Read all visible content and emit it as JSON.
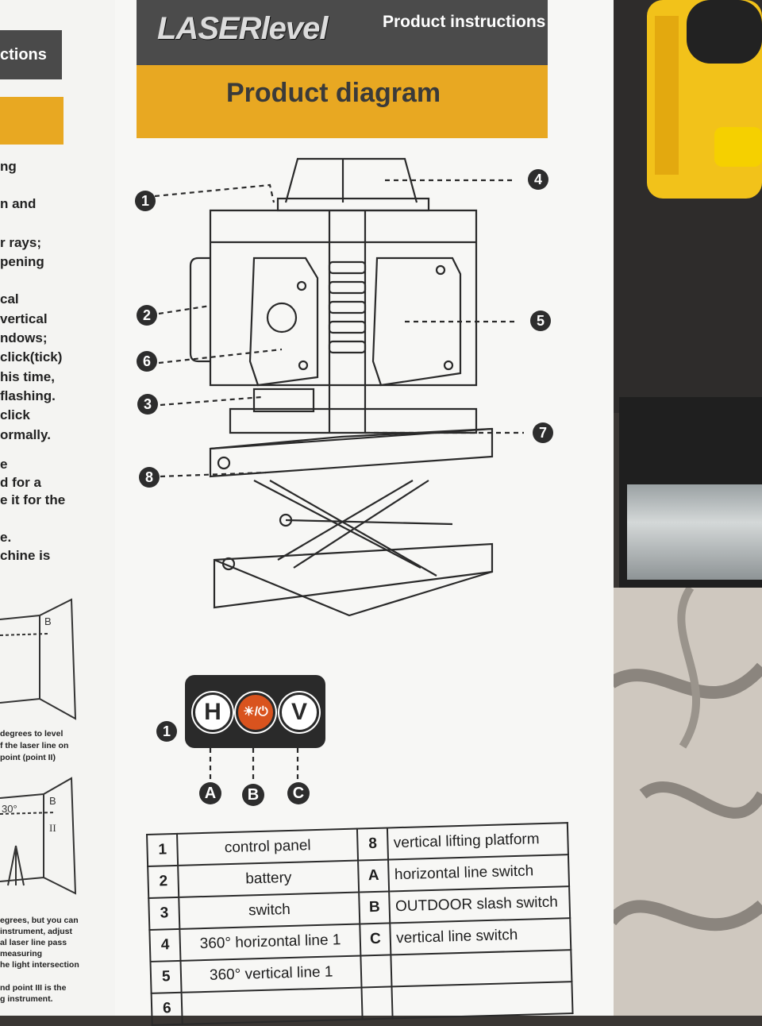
{
  "header": {
    "brand": "LASERlevel",
    "subtitle": "Product instructions",
    "section_title": "Product diagram"
  },
  "left_page": {
    "header_fragment": "ctions",
    "lines": [
      "ng",
      "n and",
      "r rays;",
      "pening",
      "cal",
      "vertical",
      "ndows;",
      "click(tick)",
      "his time,",
      "flashing.",
      "click",
      "ormally.",
      "e",
      "d for a",
      "e it for the",
      "e.",
      "chine is"
    ],
    "small_lines": [
      "degrees to level",
      "f the laser line on",
      "point (point II)",
      "egrees, but you can",
      "instrument, adjust",
      "al laser line pass",
      "measuring",
      "he light intersection",
      "nd point III is the",
      "g instrument."
    ],
    "fig_labels": [
      "B",
      "B",
      "30°",
      "II"
    ]
  },
  "callouts": [
    "1",
    "2",
    "3",
    "4",
    "5",
    "6",
    "7",
    "8"
  ],
  "control_panel": {
    "callout": "1",
    "buttons": [
      "H",
      "☀/⏻",
      "V"
    ],
    "letters": [
      "A",
      "B",
      "C"
    ]
  },
  "parts_table": [
    {
      "n1": "1",
      "l1": "control panel",
      "n2": "8",
      "l2": "vertical lifting platform"
    },
    {
      "n1": "2",
      "l1": "battery",
      "n2": "A",
      "l2": "horizontal line switch"
    },
    {
      "n1": "3",
      "l1": "switch",
      "n2": "B",
      "l2": "OUTDOOR slash switch"
    },
    {
      "n1": "4",
      "l1": "360° horizontal line 1",
      "n2": "C",
      "l2": "vertical line switch"
    },
    {
      "n1": "5",
      "l1": "360° vertical line 1",
      "n2": "",
      "l2": ""
    },
    {
      "n1": "6",
      "l1": "",
      "n2": "",
      "l2": ""
    }
  ],
  "colors": {
    "accent_yellow": "#e8a822",
    "header_gray": "#4b4b4b",
    "power_orange": "#d9531e"
  }
}
